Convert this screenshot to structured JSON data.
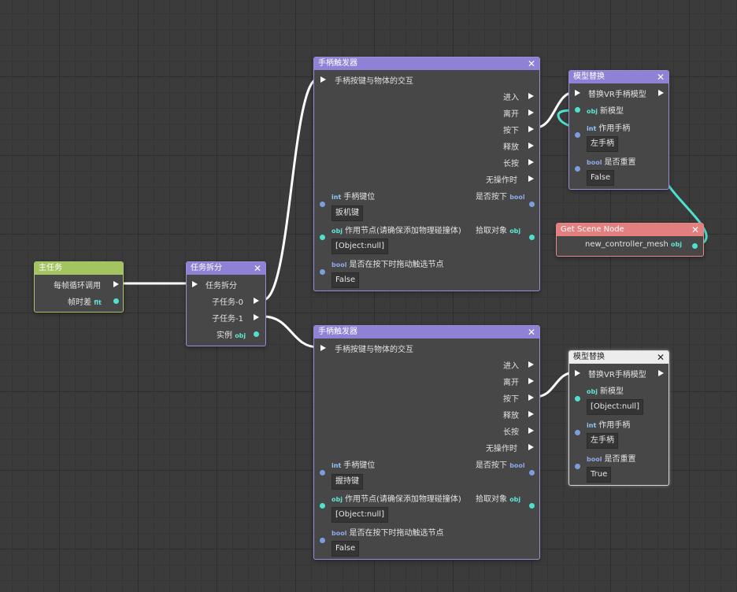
{
  "nodes": {
    "main_task": {
      "title": "主任务",
      "out_loop": "每帧循环调用",
      "out_delta": "帧时差",
      "delta_type": "flt"
    },
    "task_split": {
      "title": "任务拆分",
      "in": "任务拆分",
      "sub0": "子任务-0",
      "sub1": "子任务-1",
      "instance": "实例",
      "instance_type": "obj"
    },
    "trigger_a": {
      "title": "手柄触发器",
      "in": "手柄按键与物体的交互",
      "outs": [
        "进入",
        "离开",
        "按下",
        "释放",
        "长按",
        "无操作时"
      ],
      "btn_label": "手柄键位",
      "btn_type": "int",
      "btn_value": "扳机键",
      "pressed_label": "是否按下",
      "pressed_type": "bool",
      "node_label": "作用节点(请确保添加物理碰撞体)",
      "node_type": "obj",
      "node_value": "[Object:null]",
      "pick_label": "拾取对象",
      "pick_type": "obj",
      "drag_label": "是否在按下时拖动触选节点",
      "drag_type": "bool",
      "drag_value": "False"
    },
    "trigger_b": {
      "title": "手柄触发器",
      "in": "手柄按键与物体的交互",
      "outs": [
        "进入",
        "离开",
        "按下",
        "释放",
        "长按",
        "无操作时"
      ],
      "btn_label": "手柄键位",
      "btn_type": "int",
      "btn_value": "握持键",
      "pressed_label": "是否按下",
      "pressed_type": "bool",
      "node_label": "作用节点(请确保添加物理碰撞体)",
      "node_type": "obj",
      "node_value": "[Object:null]",
      "pick_label": "拾取对象",
      "pick_type": "obj",
      "drag_label": "是否在按下时拖动触选节点",
      "drag_type": "bool",
      "drag_value": "False"
    },
    "model_swap_a": {
      "title": "模型替换",
      "in": "替换VR手柄模型",
      "model_label": "新模型",
      "model_type": "obj",
      "hand_label": "作用手柄",
      "hand_type": "int",
      "hand_value": "左手柄",
      "reset_label": "是否重置",
      "reset_type": "bool",
      "reset_value": "False"
    },
    "model_swap_b": {
      "title": "模型替换",
      "in": "替换VR手柄模型",
      "model_label": "新模型",
      "model_type": "obj",
      "model_value": "[Object:null]",
      "hand_label": "作用手柄",
      "hand_type": "int",
      "hand_value": "左手柄",
      "reset_label": "是否重置",
      "reset_type": "bool",
      "reset_value": "True"
    },
    "scene_node": {
      "title": "Get Scene Node",
      "out": "new_controller_mesh",
      "out_type": "obj"
    }
  },
  "colors": {
    "purple": "#8f82d6",
    "green": "#a4c361",
    "red": "#e47f80",
    "cyan": "#4fe0d0",
    "wire": "#ffffff"
  }
}
